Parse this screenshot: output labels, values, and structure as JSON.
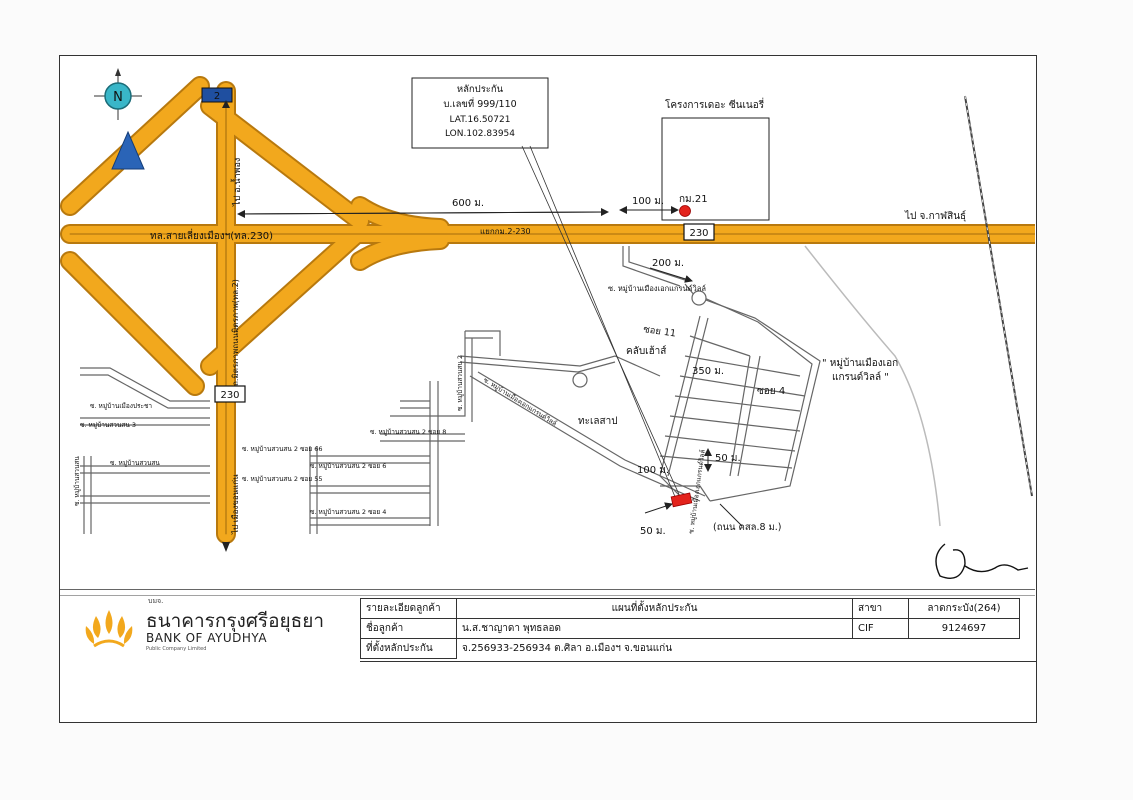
{
  "map": {
    "north_letter": "N",
    "colors": {
      "highway": "#f2a81d",
      "highway_edge": "#b8790e",
      "marker": "#e3231c",
      "road": "#777777"
    },
    "collateral_box": {
      "line1": "หลักประกัน",
      "line2": "บ.เลขที่ 999/110",
      "line3": "LAT.16.50721",
      "line4": "LON.102.83954"
    },
    "project_label": "โครงการเดอะ ซีนเนอรี่",
    "dist_600": "600 ม.",
    "dist_100_top": "100 ม.",
    "km_marker": "กม.21",
    "to_kalasin": "ไป จ.กาฬสินธุ์",
    "highway_230_label": "ทล.สายเลี่ยงเมืองฯ(ทล.230)",
    "intersection_label": "แยกกม.2-230",
    "route_2": "2",
    "route_230_a": "230",
    "route_230_b": "230",
    "to_ampho_phong": "ไป อ.น้ำพอง",
    "mittraphap_label": "ถ.มิตรภาพถนนมิตรภาพ(ทล.2)",
    "to_khonkaen": "ไป เมืองขอนแก่น",
    "dist_200": "200 ม.",
    "soi_muang_ek": "ซ. หมู่บ้านเมืองเอกแกรนด์วิลล์",
    "soi_11": "ซอย 11",
    "club_house": "คลับเฮ้าส์",
    "dist_350": "350 ม.",
    "soi_4": "ซอย 4",
    "village_line1": "\" หมู่บ้านเมืองเอก",
    "village_line2": "แกรนด์วิลล์ \"",
    "lake": "ทะเลสาป",
    "dist_50_right": "50 ม.",
    "dist_100_bottom": "100 ม.",
    "dist_50_bottom": "50 ม.",
    "road_width": "(ถนน คสล.8 ม.)",
    "soi_suanson_2": "ซ. หมู่บ้านสวนสน 2",
    "soi_muang_ek_2": "ซ. หมู่บ้านเมืองเอกแกรนด์วิลล์",
    "soi_suanson_2_8": "ซ. หมู่บ้านสวนสน 2 ซอย 8",
    "soi_suanson_2_66": "ซ. หมู่บ้านสวนสน 2 ซอย 66",
    "soi_suanson_2_6": "ซ. หมู่บ้านสวนสน 2 ซอย 6",
    "soi_suanson_2_55": "ซ. หมู่บ้านสวนสน 2 ซอย 55",
    "soi_suanson_2_4": "ซ. หมู่บ้านสวนสน 2 ซอย 4",
    "soi_left_1": "ซ. หมู่บ้านเมืองประชา",
    "soi_left_2": "ซ. หมู่บ้านสวนสน 3",
    "soi_left_3": "ซ. หมู่บ้านสวนสน",
    "soi_left_vert_a": "ซ. หมู่บ้านสวนสน",
    "soi_collateral_vert": "ซ. หมู่บ้านเมืองเอกแกรนด์วิลล์"
  },
  "logo": {
    "prefix": "บมจ.",
    "thai_name": "ธนาคารกรุงศรีอยุธยา",
    "english_name": "BANK OF AYUDHYA",
    "sub": "Public Company Limited"
  },
  "table": {
    "r1c1": "รายละเอียดลูกค้า",
    "r1c2": "แผนที่ตั้งหลักประกัน",
    "r1c3": "สาขา",
    "r1c4": "ลาดกระบัง(264)",
    "r2c1": "ชื่อลูกค้า",
    "r2c2": "น.ส.ชาญาดา พุทธลอด",
    "r2c3": "CIF",
    "r2c4": "9124697",
    "r3c1": "ที่ตั้งหลักประกัน",
    "r3c2": "จ.256933-256934 ต.ศิลา อ.เมืองฯ จ.ขอนแก่น"
  }
}
